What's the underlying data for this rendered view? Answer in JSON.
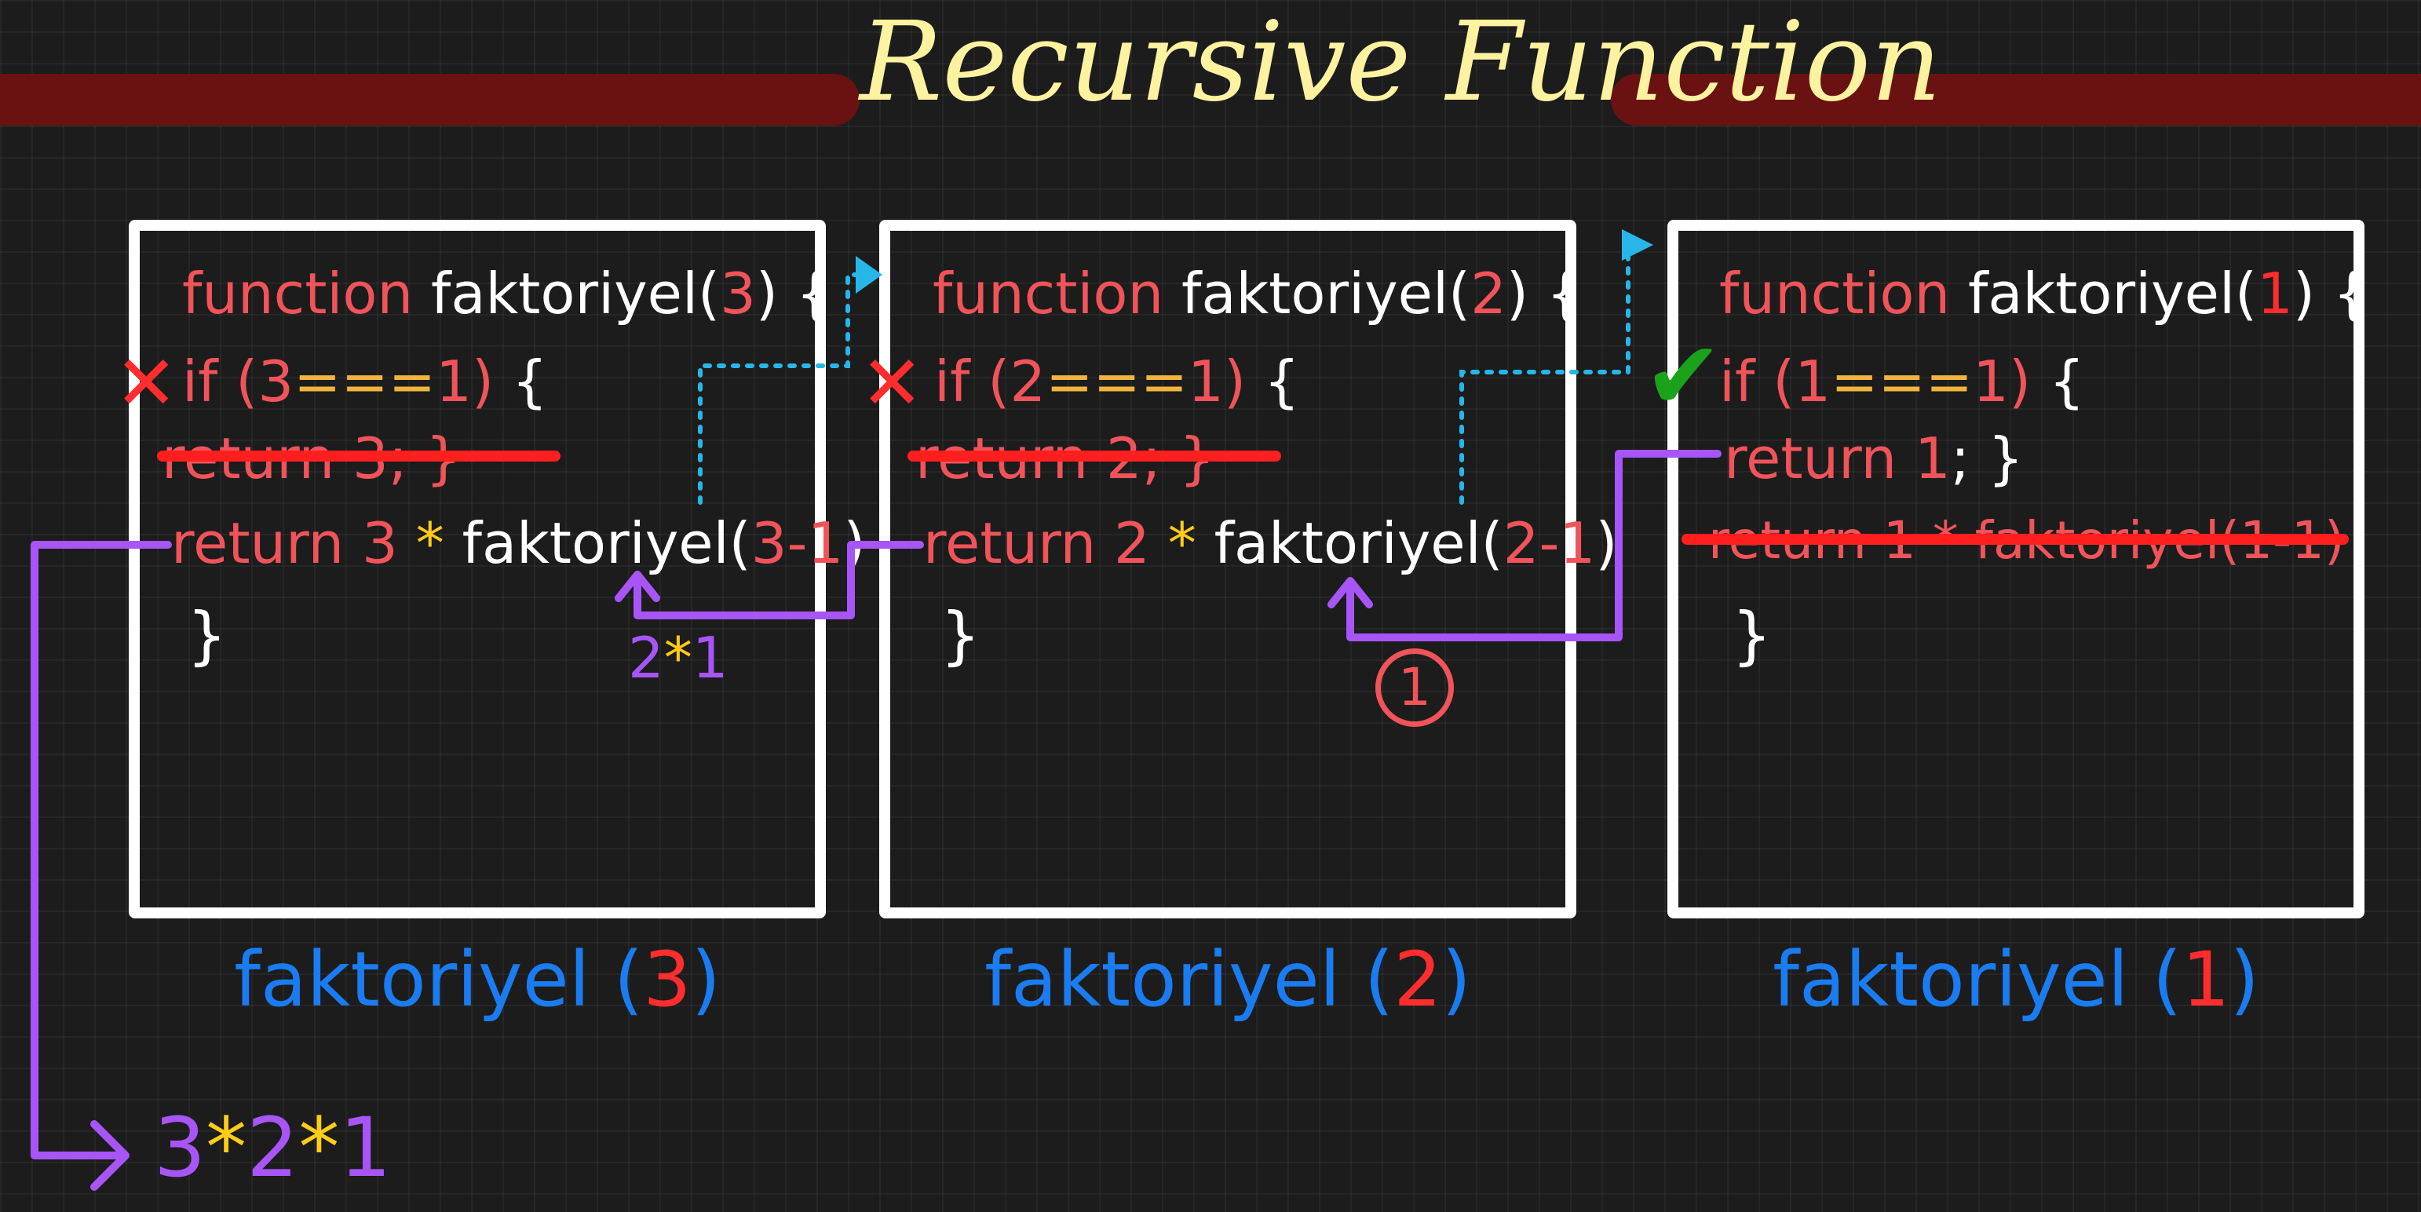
{
  "title": "Recursive Function",
  "frames": [
    {
      "header": {
        "keyword": "function",
        "name": "faktoriyel",
        "open": "(",
        "arg": "3",
        "close": ")",
        "brace": "{"
      },
      "condition": {
        "text_if": "if (",
        "arg": "3",
        "op": "===",
        "one": "1",
        "close": ")",
        "brace": "{",
        "status": "false"
      },
      "base_return": {
        "text": "return 3; }",
        "struck": true
      },
      "recursive_return": {
        "keyword": "return",
        "value": "3",
        "op": "*",
        "call": "faktoriyel(",
        "inner": "3-1",
        "close": ")",
        "struck": false
      },
      "closing": "}",
      "caption_name": "faktoriyel",
      "caption_open": "(",
      "caption_arg": "3",
      "caption_close": ")"
    },
    {
      "header": {
        "keyword": "function",
        "name": "faktoriyel",
        "open": "(",
        "arg": "2",
        "close": ")",
        "brace": "{"
      },
      "condition": {
        "text_if": "if (",
        "arg": "2",
        "op": "===",
        "one": "1",
        "close": ")",
        "brace": "{",
        "status": "false"
      },
      "base_return": {
        "text": "return 2; }",
        "struck": true
      },
      "recursive_return": {
        "keyword": "return",
        "value": "2",
        "op": "*",
        "call": "faktoriyel(",
        "inner": "2-1",
        "close": ")",
        "struck": false
      },
      "closing": "}",
      "caption_name": "faktoriyel",
      "caption_open": "(",
      "caption_arg": "2",
      "caption_close": ")"
    },
    {
      "header": {
        "keyword": "function",
        "name": "faktoriyel",
        "open": "(",
        "arg": "1",
        "close": ")",
        "brace": "{"
      },
      "condition": {
        "text_if": "if (",
        "arg": "1",
        "op": "===",
        "one": "1",
        "close": ")",
        "brace": "{",
        "status": "true"
      },
      "base_return": {
        "keyword": "return",
        "value": "1",
        "tail": "; }",
        "struck": false
      },
      "recursive_return": {
        "text": "return 1 * faktoriyel(1-1)",
        "struck": true
      },
      "closing": "}",
      "caption_name": "faktoriyel",
      "caption_open": "(",
      "caption_arg": "1",
      "caption_close": ")"
    }
  ],
  "annotations": {
    "partial_a": "2",
    "partial_op": "*",
    "partial_b": "1",
    "badge": "1",
    "result_a": "3",
    "result_op1": "*",
    "result_b": "2",
    "result_op2": "*",
    "result_c": "1"
  },
  "colors": {
    "background": "#1c1c1c",
    "frame": "#ffffff",
    "keyword": "#f0545a",
    "operator": "#f1b53c",
    "star": "#ffcc1a",
    "return_path": "#a855f7",
    "call_path": "#28b6e8",
    "caption": "#1a7cf0",
    "strike": "#ff1f1f",
    "cross": "#ff2d2d",
    "check": "#1aa31a",
    "title": "#fdf2a0"
  }
}
